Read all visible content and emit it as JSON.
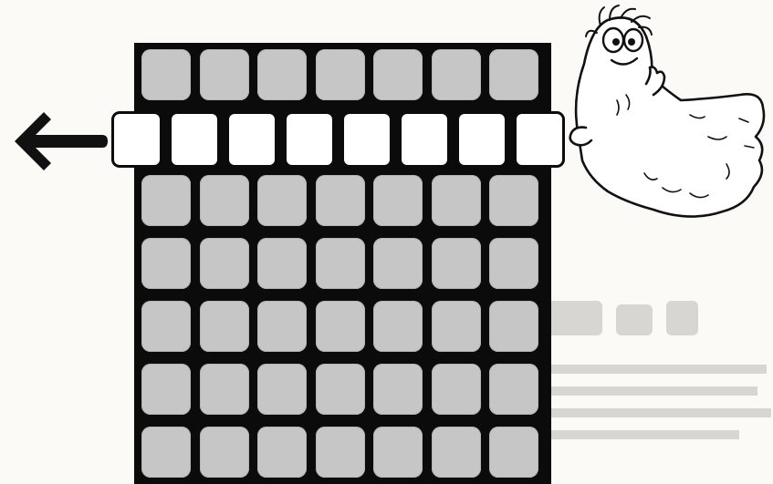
{
  "board": {
    "rows": 7,
    "columns": 7,
    "shifted_row": 2,
    "shifted_row_cells": 8,
    "tile_color": "#c6c6c6",
    "board_color": "#0b0b0b",
    "highlight_tile_color": "#ffffff"
  },
  "icons": {
    "arrow": "arrow-left-icon",
    "creature": "cartoon-creature-icon"
  }
}
